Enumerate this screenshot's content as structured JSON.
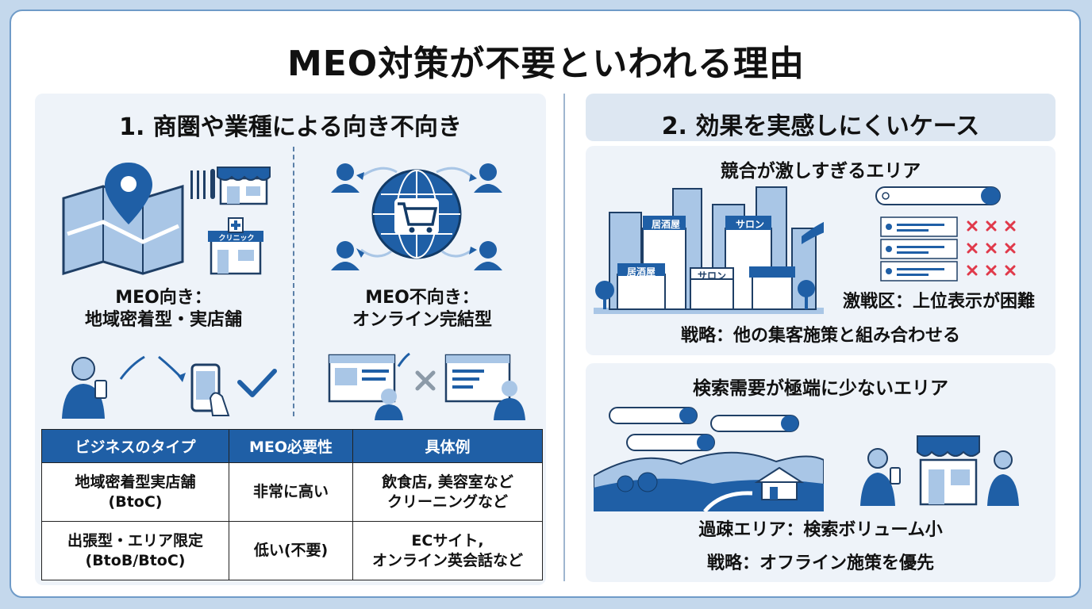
{
  "title": "MEO対策が不要といわれる理由",
  "left": {
    "heading": "1. 商圏や業種による向き不向き",
    "suited_label_1": "MEO向き：",
    "suited_label_2": "地域密着型・実店舗",
    "clinic_sign": "クリニック",
    "unsuited_label_1": "MEO不向き：",
    "unsuited_label_2": "オンライン完結型",
    "table": {
      "headers": [
        "ビジネスのタイプ",
        "MEO必要性",
        "具体例"
      ],
      "rows": [
        {
          "type_1": "地域密着型実店舗",
          "type_2": "(BtoC)",
          "need": "非常に高い",
          "ex_1": "飲食店, 美容室など",
          "ex_2": "クリーニングなど"
        },
        {
          "type_1": "出張型・エリア限定",
          "type_2": "(BtoB/BtoC)",
          "need": "低い(不要)",
          "ex_1": "ECサイト,",
          "ex_2": "オンライン英会話など"
        }
      ]
    }
  },
  "right": {
    "heading": "2. 効果を実感しにくいケース",
    "case1": {
      "title": "競合が激しすぎるエリア",
      "sign_izakaya": "居酒屋",
      "sign_salon": "サロン",
      "result": "激戦区：上位表示が困難",
      "strategy": "戦略：他の集客施策と組み合わせる"
    },
    "case2": {
      "title": "検索需要が極端に少ないエリア",
      "result": "過疎エリア：検索ボリューム小",
      "strategy": "戦略：オフライン施策を優先"
    }
  },
  "colors": {
    "accent": "#1f5fa6",
    "light_blue": "#a9c6e6",
    "panel": "#eef3f9",
    "cross": "#e0394a"
  }
}
